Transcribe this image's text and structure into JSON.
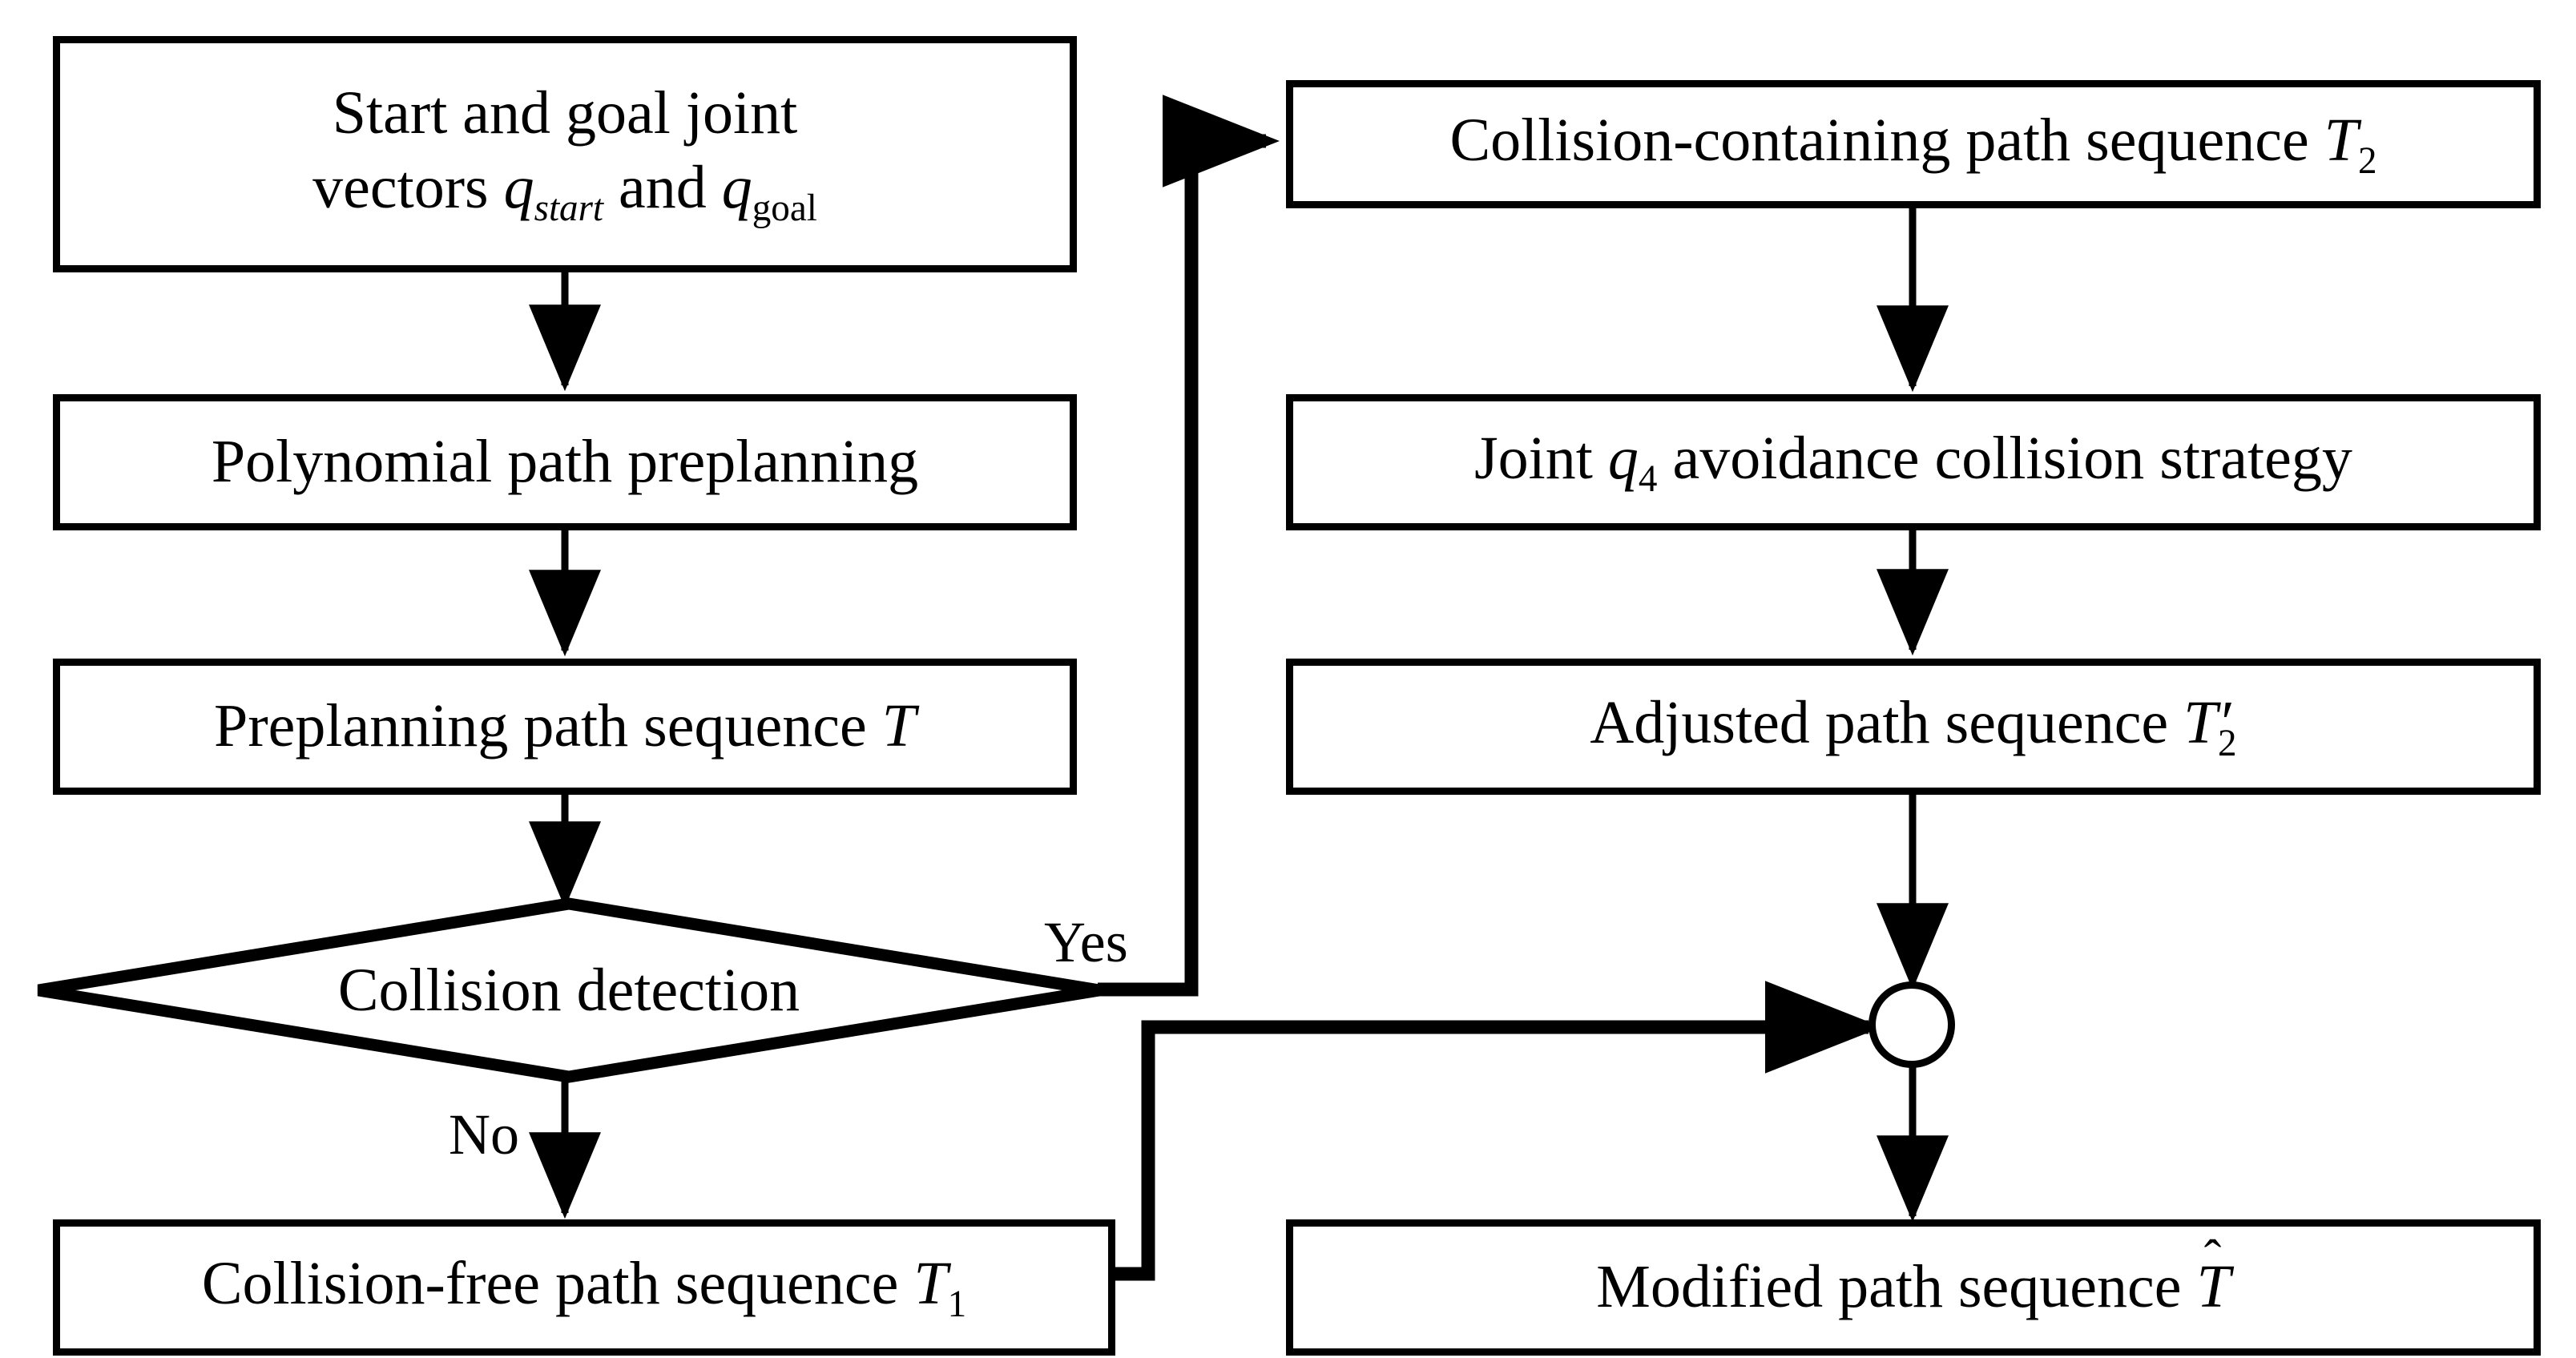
{
  "diagram": {
    "title": "Robot path planning collision avoidance flowchart",
    "stroke_color": "#000000",
    "background_color": "#ffffff",
    "nodes": [
      {
        "id": "start-inputs",
        "shape": "rectangle",
        "line1": "Start and goal joint",
        "line2_pre": "vectors ",
        "line2_var": "q",
        "line2_sub": "start",
        "line2_mid": " and ",
        "line2_var2": "q",
        "line2_sub2": "goal",
        "text": "Start and goal joint vectors q_start and q_goal"
      },
      {
        "id": "polynomial-preplanning",
        "shape": "rectangle",
        "text": "Polynomial path preplanning"
      },
      {
        "id": "preplanning-sequence",
        "shape": "rectangle",
        "text_pre": "Preplanning path sequence ",
        "text_var": "T",
        "text": "Preplanning path sequence T"
      },
      {
        "id": "collision-detection",
        "shape": "diamond",
        "text": "Collision detection"
      },
      {
        "id": "collision-free-sequence",
        "shape": "rectangle",
        "text_pre": "Collision-free path sequence ",
        "text_var": "T",
        "text_sub": "1",
        "text": "Collision-free path sequence T1"
      },
      {
        "id": "collision-containing-sequence",
        "shape": "rectangle",
        "text_pre": "Collision-containing path sequence ",
        "text_var": "T",
        "text_sub": "2",
        "text": "Collision-containing path sequence T2"
      },
      {
        "id": "joint-avoidance-strategy",
        "shape": "rectangle",
        "text_pre": "Joint ",
        "text_var": "q",
        "text_sub": "4",
        "text_post": " avoidance collision strategy",
        "text": "Joint q4 avoidance collision strategy"
      },
      {
        "id": "adjusted-sequence",
        "shape": "rectangle",
        "text_pre": "Adjusted path sequence ",
        "text_var": "T",
        "text_sub": "2",
        "text_prime": "′",
        "text": "Adjusted path sequence T2'"
      },
      {
        "id": "merge-junction",
        "shape": "circle",
        "text": ""
      },
      {
        "id": "modified-sequence",
        "shape": "rectangle",
        "text_pre": "Modified path sequence ",
        "text_var": "T",
        "text_hat": "ˆ",
        "text": "Modified path sequence T-hat"
      }
    ],
    "edge_labels": {
      "yes": "Yes",
      "no": "No"
    }
  }
}
